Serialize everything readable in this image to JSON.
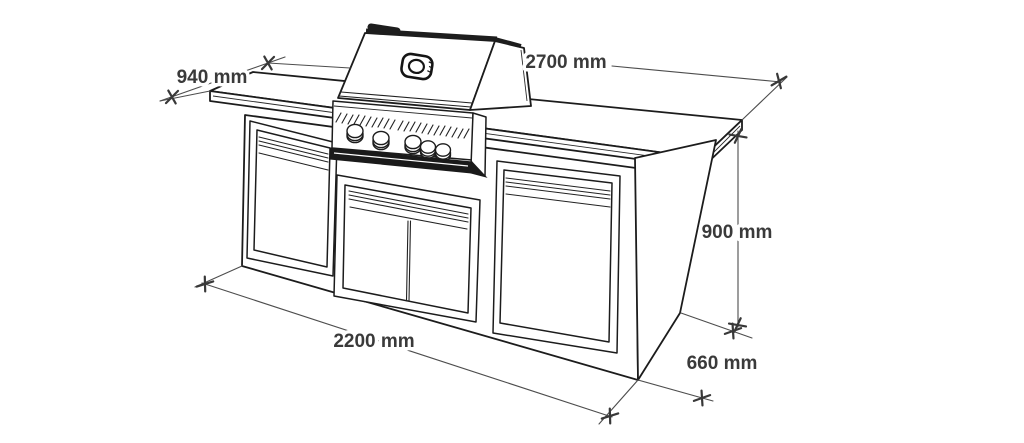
{
  "diagram": {
    "title": "BBQ grill island dimension drawing",
    "background_color": "#ffffff",
    "line_color": "#1c1c1c",
    "dimension_line_color": "#4d4d4d",
    "label_color": "#3a3a3a",
    "labels": {
      "counter_depth": "940 mm",
      "counter_length": "2700 mm",
      "island_height": "900 mm",
      "base_length": "2200 mm",
      "base_depth": "660 mm"
    }
  }
}
